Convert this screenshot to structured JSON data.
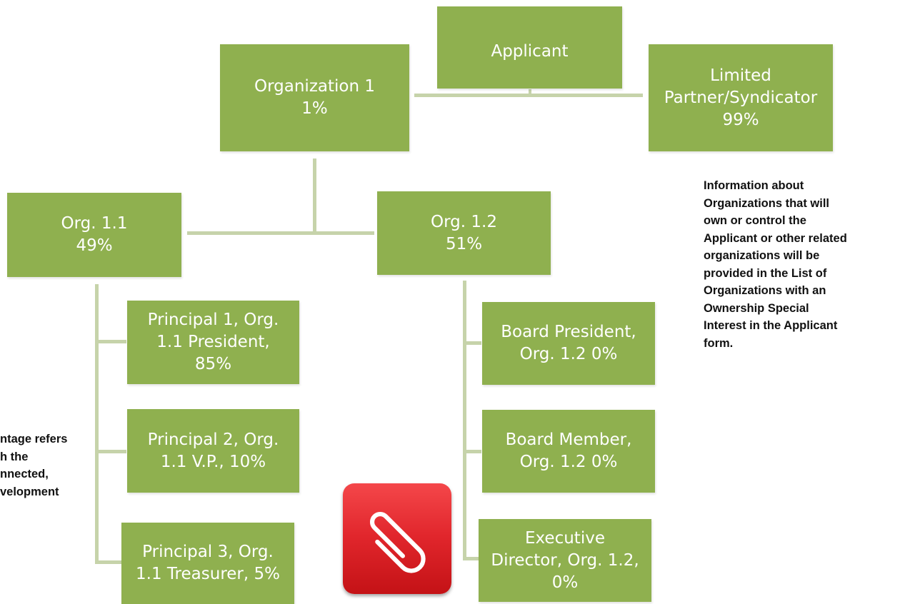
{
  "nodes": {
    "applicant": {
      "label": "Applicant"
    },
    "organization_1": {
      "label": "Organization 1\n1%"
    },
    "limited_partner": {
      "label": "Limited\nPartner/Syndicator\n99%"
    },
    "org_1_1": {
      "label": "Org. 1.1\n49%"
    },
    "org_1_2": {
      "label": "Org. 1.2\n51%"
    },
    "principal_1": {
      "label": "Principal 1, Org.\n1.1 President,\n85%"
    },
    "principal_2": {
      "label": "Principal 2, Org.\n1.1 V.P., 10%"
    },
    "principal_3": {
      "label": "Principal 3, Org.\n1.1 Treasurer, 5%"
    },
    "board_president": {
      "label": "Board President,\nOrg. 1.2 0%"
    },
    "board_member": {
      "label": "Board Member,\nOrg. 1.2 0%"
    },
    "executive_director": {
      "label": "Executive\nDirector, Org. 1.2,\n0%"
    }
  },
  "notes": {
    "right": "Information about\nOrganizations that will\nown or control the\nApplicant or other related\norganizations will be\nprovided in the List of\nOrganizations with an\nOwnership Special\nInterest in the Applicant\nform.",
    "left": "ntage refers\nh the\nnnected,\nvelopment"
  },
  "attachment": {
    "icon": "paperclip-icon",
    "color": "#e2262c"
  },
  "colors": {
    "node_fill": "#8fb04f",
    "node_text": "#ffffff",
    "connector": "#c6d3aa"
  }
}
